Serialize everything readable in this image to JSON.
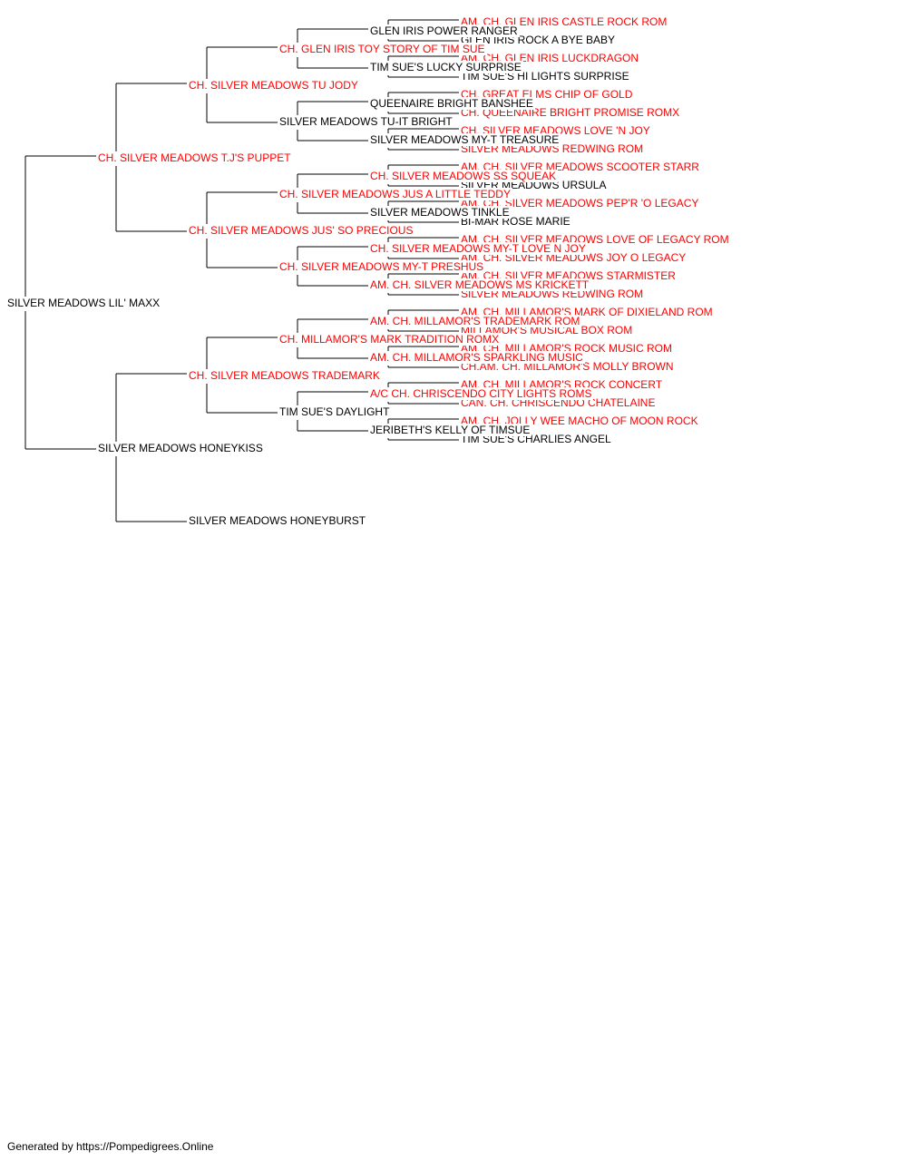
{
  "pedigree": {
    "name": "SILVER MEADOWS LIL' MAXX",
    "champion": false,
    "sire": {
      "name": "CH. SILVER MEADOWS T.J'S PUPPET",
      "champion": true,
      "sire": {
        "name": "CH. SILVER MEADOWS TU JODY",
        "champion": true,
        "sire": {
          "name": "CH. GLEN IRIS TOY STORY OF TIM SUE",
          "champion": true,
          "sire": {
            "name": "GLEN IRIS POWER RANGER",
            "champion": false,
            "sire": {
              "name": "AM. CH. GLEN IRIS CASTLE ROCK ROM",
              "champion": true
            },
            "dam": {
              "name": "GLEN IRIS ROCK A BYE BABY",
              "champion": false
            }
          },
          "dam": {
            "name": "TIM SUE'S LUCKY SURPRISE",
            "champion": false,
            "sire": {
              "name": "AM. CH. GLEN IRIS LUCKDRAGON",
              "champion": true
            },
            "dam": {
              "name": "TIM SUE'S HI LIGHTS SURPRISE",
              "champion": false
            }
          }
        },
        "dam": {
          "name": "SILVER MEADOWS TU-IT BRIGHT",
          "champion": false,
          "sire": {
            "name": "QUEENAIRE BRIGHT BANSHEE",
            "champion": false,
            "sire": {
              "name": "CH. GREAT ELMS CHIP OF GOLD",
              "champion": true
            },
            "dam": {
              "name": "CH. QUEENAIRE BRIGHT PROMISE ROMX",
              "champion": true
            }
          },
          "dam": {
            "name": "SILVER MEADOWS MY-T TREASURE",
            "champion": false,
            "sire": {
              "name": "CH. SILVER MEADOWS LOVE 'N JOY",
              "champion": true
            },
            "dam": {
              "name": "SILVER MEADOWS REDWING ROM",
              "champion": true
            }
          }
        }
      },
      "dam": {
        "name": "CH. SILVER MEADOWS JUS' SO PRECIOUS",
        "champion": true,
        "sire": {
          "name": "CH. SILVER MEADOWS JUS A LITTLE TEDDY",
          "champion": true,
          "sire": {
            "name": "CH. SILVER MEADOWS SS SQUEAK",
            "champion": true,
            "sire": {
              "name": "AM. CH. SILVER MEADOWS SCOOTER STARR",
              "champion": true
            },
            "dam": {
              "name": "SILVER MEADOWS URSULA",
              "champion": false
            }
          },
          "dam": {
            "name": "SILVER MEADOWS TINKLE",
            "champion": false,
            "sire": {
              "name": "AM. CH. SILVER MEADOWS PEP'R 'O LEGACY",
              "champion": true
            },
            "dam": {
              "name": "BI-MAR ROSE MARIE",
              "champion": false
            }
          }
        },
        "dam": {
          "name": "CH. SILVER MEADOWS MY-T PRESHUS",
          "champion": true,
          "sire": {
            "name": "CH. SILVER MEADOWS MY-T LOVE N JOY",
            "champion": true,
            "sire": {
              "name": "AM. CH. SILVER MEADOWS LOVE OF LEGACY ROM",
              "champion": true
            },
            "dam": {
              "name": "AM. CH. SILVER MEADOWS JOY O LEGACY",
              "champion": true
            }
          },
          "dam": {
            "name": "AM. CH. SILVER MEADOWS MS KRICKETT",
            "champion": true,
            "sire": {
              "name": "AM. CH. SILVER MEADOWS STARMISTER",
              "champion": true
            },
            "dam": {
              "name": "SILVER MEADOWS REDWING ROM",
              "champion": true
            }
          }
        }
      }
    },
    "dam": {
      "name": "SILVER MEADOWS HONEYKISS",
      "champion": false,
      "sire": {
        "name": "CH. SILVER MEADOWS TRADEMARK",
        "champion": true,
        "sire": {
          "name": "CH. MILLAMOR'S MARK TRADITION ROMX",
          "champion": true,
          "sire": {
            "name": "AM. CH. MILLAMOR'S TRADEMARK ROM",
            "champion": true,
            "sire": {
              "name": "AM. CH. MILLAMOR'S MARK OF DIXIELAND ROM",
              "champion": true
            },
            "dam": {
              "name": "MILLAMOR'S MUSICAL BOX ROM",
              "champion": true
            }
          },
          "dam": {
            "name": "AM. CH. MILLAMOR'S SPARKLING MUSIC",
            "champion": true,
            "sire": {
              "name": "AM. CH. MILLAMOR'S ROCK MUSIC ROM",
              "champion": true
            },
            "dam": {
              "name": "CH.AM. CH. MILLAMOR'S MOLLY BROWN",
              "champion": true
            }
          }
        },
        "dam": {
          "name": "TIM SUE'S DAYLIGHT",
          "champion": false,
          "sire": {
            "name": "A/C CH. CHRISCENDO CITY LIGHTS ROMS",
            "champion": true,
            "sire": {
              "name": "AM. CH. MILLAMOR'S ROCK CONCERT",
              "champion": true
            },
            "dam": {
              "name": "CAN. CH. CHRISCENDO CHATELAINE",
              "champion": true
            }
          },
          "dam": {
            "name": "JERIBETH'S KELLY OF TIMSUE",
            "champion": false,
            "sire": {
              "name": "AM. CH. JOLLY WEE MACHO OF MOON ROCK",
              "champion": true
            },
            "dam": {
              "name": "TIM SUE'S CHARLIES ANGEL",
              "champion": false
            }
          }
        }
      },
      "dam": {
        "name": "SILVER MEADOWS HONEYBURST",
        "champion": false
      }
    }
  },
  "footer": "Generated by https://Pompedigrees.Online",
  "colors": {
    "champion": "#ff0000",
    "regular": "#000000",
    "line": "#000000"
  }
}
